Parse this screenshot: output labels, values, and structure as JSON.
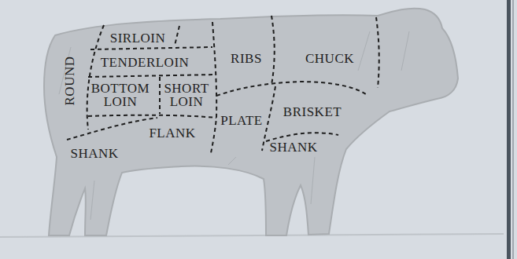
{
  "diagram": {
    "labels": [
      "SIRLOIN",
      "TENDERLOIN",
      "ROUND",
      "RIBS",
      "CHUCK",
      "BOTTOM LOIN",
      "SHORT LOIN",
      "BRISKET",
      "PLATE",
      "FLANK",
      "SHANK",
      "SHANK"
    ]
  }
}
